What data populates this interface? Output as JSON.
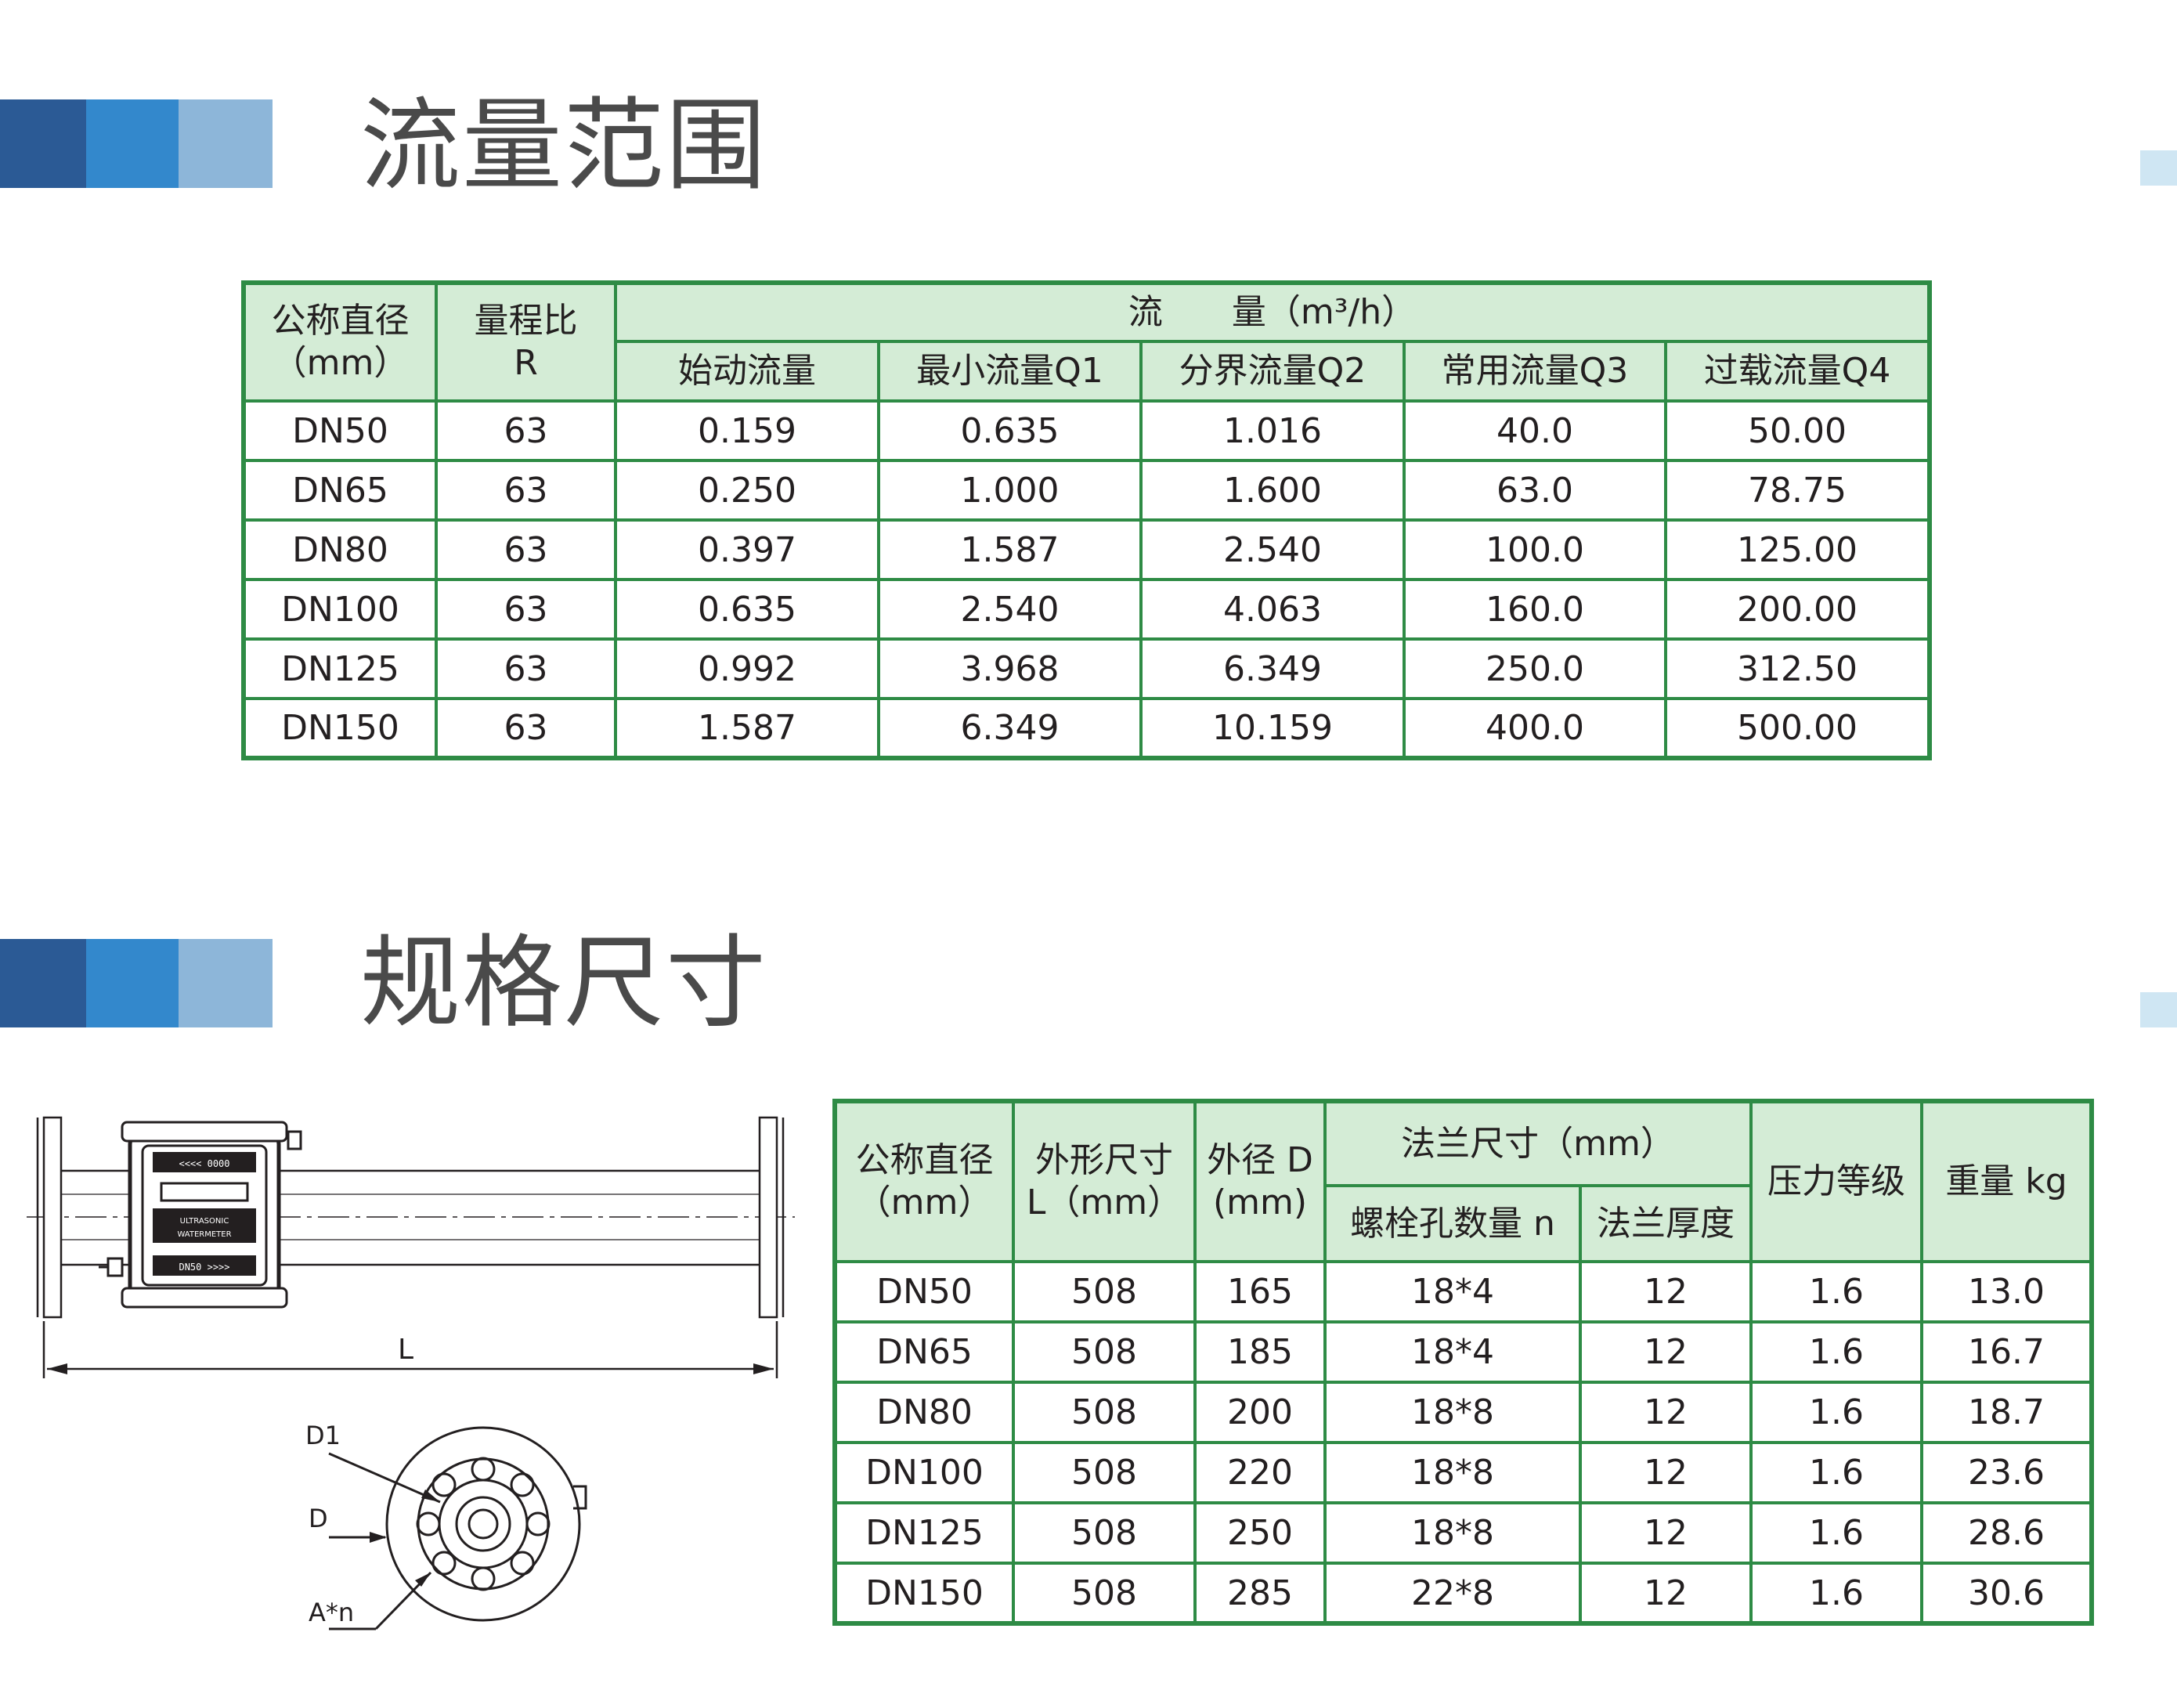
{
  "colors": {
    "band_dark": "#2b5a95",
    "band_mid": "#3388cc",
    "band_light": "#8db6d9",
    "table_border": "#2e8b45",
    "header_fill": "#d4ecd6",
    "title_text": "#4a4a4a"
  },
  "sections": {
    "flow": {
      "title": "流量范围"
    },
    "spec": {
      "title": "规格尺寸"
    }
  },
  "flow_table": {
    "headers": {
      "nominal": [
        "公称直径",
        "（mm）"
      ],
      "ratio": [
        "量程比",
        "R"
      ],
      "flow_group": "流　　量（m³/h）",
      "start_flow": "始动流量",
      "q1": "最小流量Q1",
      "q2": "分界流量Q2",
      "q3": "常用流量Q3",
      "q4": "过载流量Q4"
    },
    "rows": [
      [
        "DN50",
        "63",
        "0.159",
        "0.635",
        "1.016",
        "40.0",
        "50.00"
      ],
      [
        "DN65",
        "63",
        "0.250",
        "1.000",
        "1.600",
        "63.0",
        "78.75"
      ],
      [
        "DN80",
        "63",
        "0.397",
        "1.587",
        "2.540",
        "100.0",
        "125.00"
      ],
      [
        "DN100",
        "63",
        "0.635",
        "2.540",
        "4.063",
        "160.0",
        "200.00"
      ],
      [
        "DN125",
        "63",
        "0.992",
        "3.968",
        "6.349",
        "250.0",
        "312.50"
      ],
      [
        "DN150",
        "63",
        "1.587",
        "6.349",
        "10.159",
        "400.0",
        "500.00"
      ]
    ]
  },
  "dim_table": {
    "headers": {
      "nominal": [
        "公称直径",
        "（mm）"
      ],
      "length": [
        "外形尺寸",
        "L（mm）"
      ],
      "od": [
        "外径  D",
        "(mm)"
      ],
      "flange_group": "法兰尺寸（mm）",
      "bolts": "螺栓孔数量 n",
      "thickness": "法兰厚度",
      "pressure": "压力等级",
      "weight": "重量  kg"
    },
    "rows": [
      [
        "DN50",
        "508",
        "165",
        "18*4",
        "12",
        "1.6",
        "13.0"
      ],
      [
        "DN65",
        "508",
        "185",
        "18*4",
        "12",
        "1.6",
        "16.7"
      ],
      [
        "DN80",
        "508",
        "200",
        "18*8",
        "12",
        "1.6",
        "18.7"
      ],
      [
        "DN100",
        "508",
        "220",
        "18*8",
        "12",
        "1.6",
        "23.6"
      ],
      [
        "DN125",
        "508",
        "250",
        "18*8",
        "12",
        "1.6",
        "28.6"
      ],
      [
        "DN150",
        "508",
        "285",
        "22*8",
        "12",
        "1.6",
        "30.6"
      ]
    ]
  },
  "drawing": {
    "length_label": "L",
    "label_d1": "D1",
    "label_d": "D",
    "label_an": "A*n",
    "meter_text_top": "<<<< 0000",
    "meter_text_mid": "ULTRASONIC",
    "meter_text_mid2": "WATERMETER",
    "meter_text_bot": "DN50 >>>>"
  }
}
